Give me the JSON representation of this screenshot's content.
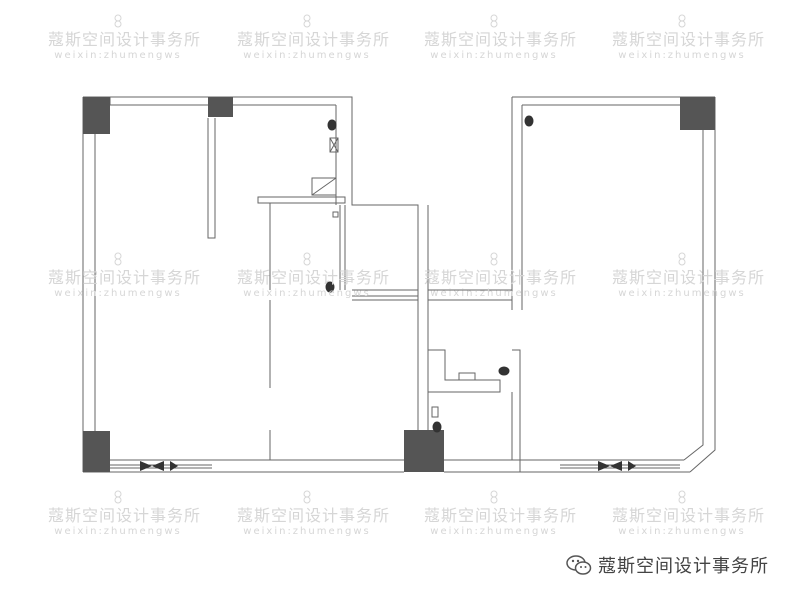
{
  "watermark": {
    "title": "蔻斯空间设计事务所",
    "subtitle": "weixin:zhumengws",
    "logo_icon": "flower-seal-icon",
    "color": "#d6d6d6"
  },
  "brand": {
    "icon": "wechat-icon",
    "label": "蔻斯空间设计事务所",
    "color": "#444444"
  },
  "floorplan": {
    "wall_color": "#555555",
    "column_fill": "#555555",
    "line_color": "#666666",
    "background": "#ffffff"
  }
}
